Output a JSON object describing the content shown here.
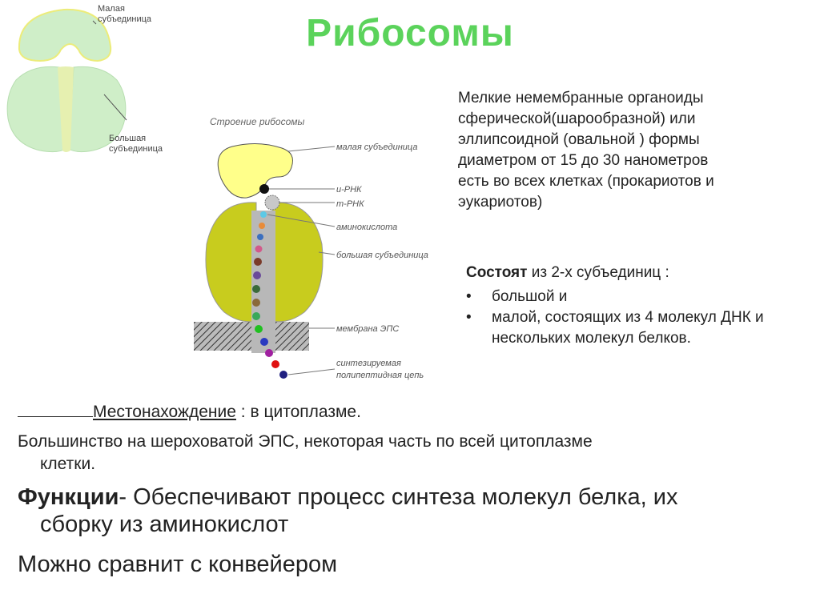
{
  "title": "Рибосомы",
  "description_lines": [
    "Мелкие немембранные органоиды",
    "сферической(шарообразной) или",
    "эллипсоидной (овальной ) формы",
    "диаметром от 15 до 30 нанометров",
    "есть во всех клетках (прокариотов и",
    "эукариотов)"
  ],
  "composition": {
    "head_bold": "Состоят",
    "head_rest": " из 2-х субъединиц :",
    "bullet_glyph": "•",
    "items": [
      "большой и",
      "малой, состоящих из 4 молекул ДНК и нескольких молекул белков."
    ]
  },
  "location": {
    "label": "Местонахождение",
    "rest": " : в цитоплазме."
  },
  "majority": {
    "line1": "Большинство на шероховатой ЭПС, некоторая часть по всей цитоплазме",
    "line2": "клетки."
  },
  "functions": {
    "bold": "Функции",
    "line1_rest": "- Обеспечивают процесс синтеза молекул белка, их",
    "line2": "сборку из аминокислот"
  },
  "compare": "Можно сравнит с конвейером",
  "diagram_small": {
    "label_small_1": "Малая",
    "label_small_2": "субъединица",
    "label_big_1": "Большая",
    "label_big_2": "субъединица",
    "color": "#cfeec8"
  },
  "diagram_structure": {
    "title": "Строение рибосомы",
    "labels": {
      "small_subunit": "малая субъединица",
      "irna": "и-РНК",
      "trna": "т-РНК",
      "amino_acid": "аминокислота",
      "big_subunit": "большая субъединица",
      "eps_membrane": "мембрана ЭПС",
      "polypeptide_1": "синтезируемая",
      "polypeptide_2": "полипептидная цепь"
    },
    "colors": {
      "small_subunit": "#ffff8a",
      "big_subunit": "#c8cc1e",
      "membrane": "#6b6b6b"
    }
  }
}
